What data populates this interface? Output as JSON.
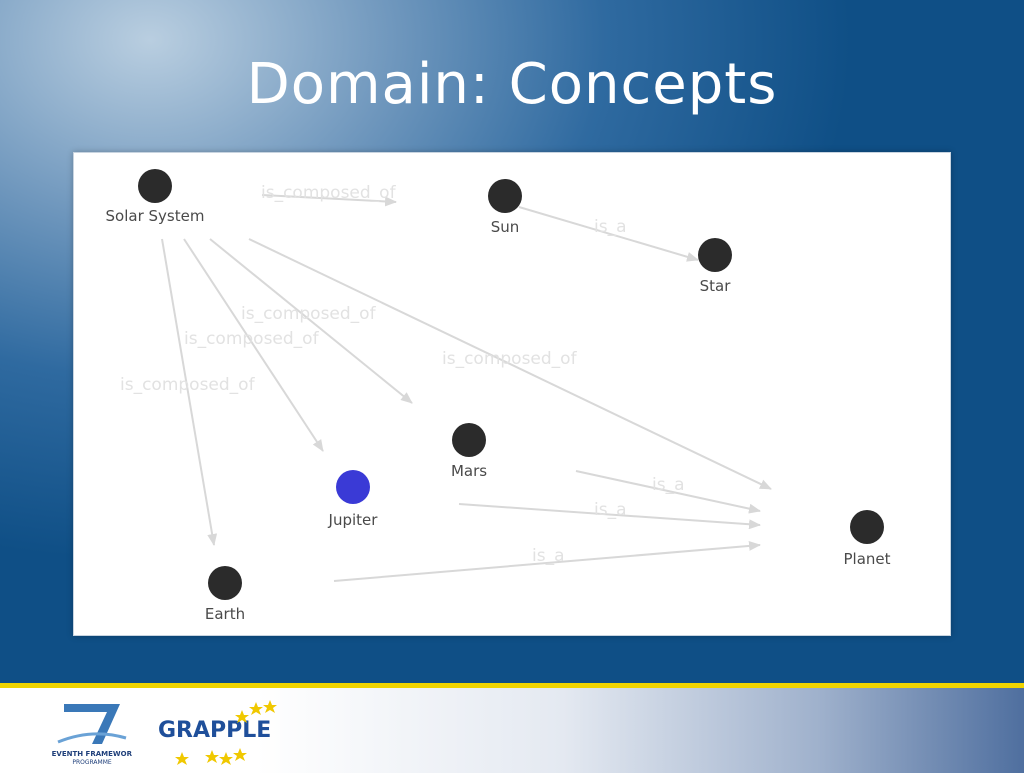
{
  "slide": {
    "title": "Domain: Concepts"
  },
  "graph": {
    "nodes": [
      {
        "id": "solar",
        "label": "Solar System",
        "color": "#2b2b2b"
      },
      {
        "id": "sun",
        "label": "Sun",
        "color": "#2b2b2b"
      },
      {
        "id": "star",
        "label": "Star",
        "color": "#2b2b2b"
      },
      {
        "id": "mars",
        "label": "Mars",
        "color": "#2b2b2b"
      },
      {
        "id": "jupiter",
        "label": "Jupiter",
        "color": "#3a3ad6"
      },
      {
        "id": "earth",
        "label": "Earth",
        "color": "#2b2b2b"
      },
      {
        "id": "planet",
        "label": "Planet",
        "color": "#2b2b2b"
      }
    ],
    "edges": [
      {
        "from": "solar",
        "to": "sun",
        "label": "is_composed_of"
      },
      {
        "from": "sun",
        "to": "star",
        "label": "is_a"
      },
      {
        "from": "solar",
        "to": "mars",
        "label": "is_composed_of"
      },
      {
        "from": "solar",
        "to": "jupiter",
        "label": "is_composed_of"
      },
      {
        "from": "solar",
        "to": "earth",
        "label": "is_composed_of"
      },
      {
        "from": "solar",
        "to": "planet",
        "label": "is_composed_of"
      },
      {
        "from": "mars",
        "to": "planet",
        "label": "is_a"
      },
      {
        "from": "jupiter",
        "to": "planet",
        "label": "is_a"
      },
      {
        "from": "earth",
        "to": "planet",
        "label": "is_a"
      }
    ]
  },
  "footer": {
    "fp7_text_line1": "SEVENTH FRAMEWORK",
    "fp7_text_line2": "PROGRAMME",
    "grapple_logo_text": "GRAPPLE",
    "accent_color": "#f0d400"
  }
}
